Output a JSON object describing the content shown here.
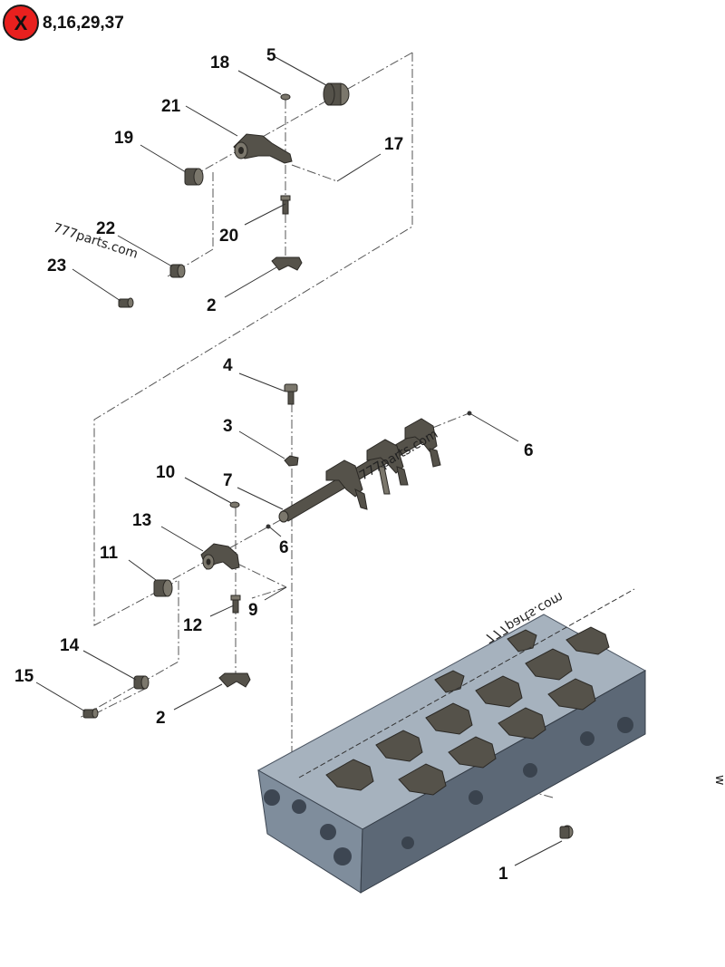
{
  "header": {
    "excluded_icon_label": "X",
    "excluded_numbers": "8,16,29,37"
  },
  "callouts": {
    "c1": "1",
    "c2a": "2",
    "c2b": "2",
    "c3": "3",
    "c4": "4",
    "c5": "5",
    "c6a": "6",
    "c6b": "6",
    "c7": "7",
    "c9": "9",
    "c10": "10",
    "c11": "11",
    "c12": "12",
    "c13": "13",
    "c14": "14",
    "c15": "15",
    "c17": "17",
    "c18": "18",
    "c19": "19",
    "c20": "20",
    "c21": "21",
    "c22": "22",
    "c23": "23"
  },
  "watermarks": {
    "w1": "777parts.com",
    "w2": "777parts.com",
    "w3": "777parts.com",
    "w4": "w"
  },
  "colors": {
    "badge_fill": "#e8201e",
    "part_dark": "#55524a",
    "cylinder_head": "#7f8d9c"
  }
}
